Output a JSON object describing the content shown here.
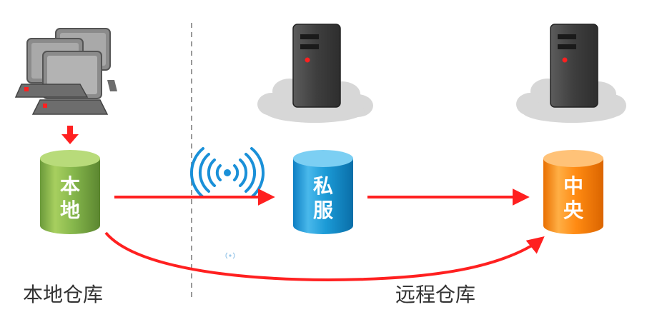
{
  "local_repo": {
    "label_line1": "本",
    "label_line2": "地",
    "color": "#7aa64a"
  },
  "private_repo": {
    "label_line1": "私",
    "label_line2": "服",
    "color": "#1b9ad6"
  },
  "central_repo": {
    "label_line1": "中",
    "label_line2": "央",
    "color": "#ff8a12"
  },
  "sections": {
    "local_label": "本地仓库",
    "remote_label": "远程仓库"
  },
  "icons": {
    "workstations": "workstations-icon",
    "private_server": "server-icon",
    "central_server": "server-icon",
    "wireless": "wireless-signal-icon"
  },
  "colors": {
    "arrow": "#ff2020",
    "divider": "#999999",
    "server_body": "#444444",
    "cloud": "#d7d7d7",
    "wireless": "#1a90d8"
  }
}
